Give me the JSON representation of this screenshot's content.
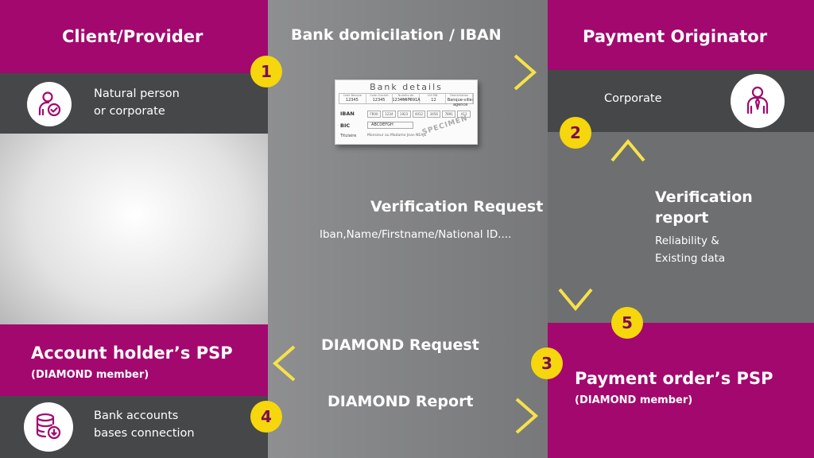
{
  "client": {
    "title": "Client/Provider",
    "description_line1": "Natural person",
    "description_line2": "or corporate",
    "icon": "user-check-icon"
  },
  "originator": {
    "title": "Payment Originator",
    "description": "Corporate",
    "icon": "user-tie-icon"
  },
  "account_psp": {
    "title": "Account holder’s PSP",
    "subtitle": "(DIAMOND member)",
    "description_line1": "Bank accounts",
    "description_line2": "bases connection",
    "icon": "database-download-icon"
  },
  "order_psp": {
    "title": "Payment order’s PSP",
    "subtitle": "(DIAMOND member)"
  },
  "flows": {
    "step1": {
      "number": "1",
      "label": "Bank domicilation / IBAN"
    },
    "step2": {
      "number": "2",
      "label": "Verification Request",
      "sublabel": "Iban,Name/Firstname/National ID...."
    },
    "step3": {
      "number": "3",
      "label": "DIAMOND Request"
    },
    "step4": {
      "number": "4",
      "label": "DIAMOND Report"
    },
    "step5": {
      "number": "5",
      "label_line1": "Verification",
      "label_line2": "report",
      "sublabel_line1": "Reliability &",
      "sublabel_line2": "Existing data"
    }
  },
  "bank_details": {
    "title": "Bank details",
    "headers": [
      "Code Banque",
      "Code Guichet",
      "Numéro de compte",
      "Clé RIB",
      "Domiciliation"
    ],
    "values": [
      "12345",
      "12345",
      "1234567891A",
      "12",
      "Banque-ville-agence"
    ],
    "iban_label": "IBAN",
    "iban_cells": [
      "FR00",
      "1234",
      "1923",
      "4012",
      "3456",
      "7891",
      "A12"
    ],
    "bic_label": "BIC",
    "bic_value": "ABCDEFGH",
    "holder_label": "Titulaire",
    "holder_value": "Monsieur ou Madame Jean NEAJE",
    "stamp": "SPECIMEN"
  },
  "colors": {
    "magenta": "#a3086e",
    "dark_gray": "#464749",
    "badge_yellow": "#f6d60c",
    "arrow_yellow": "#f6e24a"
  }
}
